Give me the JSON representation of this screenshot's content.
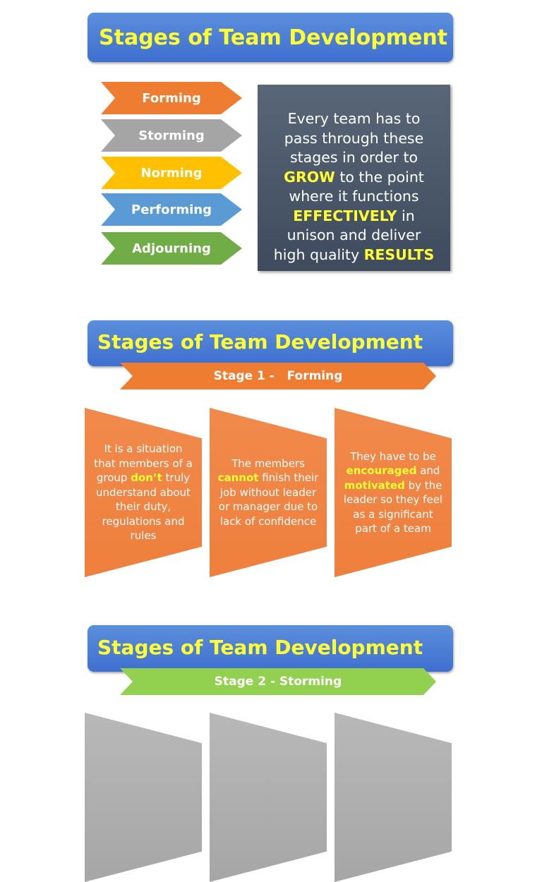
{
  "section1": {
    "title": "Stages of Team Development",
    "stages": [
      {
        "label": "Forming",
        "color": "#ef7d31"
      },
      {
        "label": "Storming",
        "color": "#a5a5a5"
      },
      {
        "label": "Norming",
        "color": "#ffc000"
      },
      {
        "label": "Performing",
        "color": "#5b9bd5"
      },
      {
        "label": "Adjourning",
        "color": "#70ad47"
      }
    ],
    "description": {
      "part1": "Every team has to pass through these stages in order to ",
      "grow": "GROW",
      "part2": " to the point where it functions ",
      "effectively": "EFFECTIVELY",
      "part3": " in unison and deliver high quality ",
      "results": "RESULTS"
    }
  },
  "section2": {
    "title": "Stages of Team Development",
    "stage_banner": "Stage 1 -   Forming",
    "stage_color": "#ef7d31",
    "boxes": [
      {
        "a": "It is a situation that members of a group ",
        "hl": "don’t",
        "b": " truly understand about their duty, regulations and rules"
      },
      {
        "a": "The members ",
        "hl": "cannot",
        "b": " finish their job without leader or manager due to lack of confidence"
      },
      {
        "a": "They have to be ",
        "hl": "encouraged",
        "b": " and ",
        "hl2": "motivated",
        "c": " by the leader so they feel as a significant part of a team"
      }
    ]
  },
  "section3": {
    "title": "Stages of Team Development",
    "stage_banner": "Stage 2 - Storming",
    "stage_color": "#92d050"
  },
  "colors": {
    "title_text": "#ffff33",
    "title_bg": "#4a7fd6",
    "highlight": "#ffff33"
  }
}
